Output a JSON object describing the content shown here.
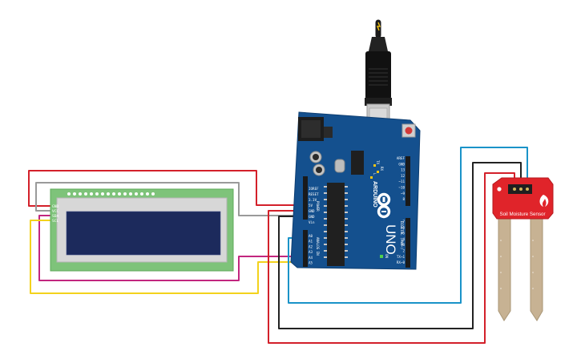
{
  "colors": {
    "wire_red": "#d3202a",
    "wire_gray": "#9a9a9a",
    "wire_magenta": "#c2267f",
    "wire_yellow": "#f3d21c",
    "wire_blue": "#1a93c8",
    "wire_black": "#222222",
    "board_blue": "#14508e",
    "lcd_pcb": "#7ec37a",
    "lcd_screen": "#1c2a5c",
    "sensor_red": "#e0242a",
    "probe_tan": "#c7b293"
  },
  "lcd": {
    "pins": [
      "GND",
      "VCC",
      "SDA",
      "SCL"
    ]
  },
  "arduino": {
    "brand": "ARDUINO",
    "model": "UNO",
    "on_label": "ON",
    "tx_label": "TX",
    "rx_label": "RX",
    "l_label": "L",
    "power_label": "POWER",
    "analog_label": "ANALOG IN",
    "digital_label": "DIGITAL (PWM~)",
    "power_pins": [
      "IOREF",
      "RESET",
      "3.3V",
      "5V",
      "GND",
      "GND",
      "Vin"
    ],
    "analog_pins": [
      "A0",
      "A1",
      "A2",
      "A3",
      "A4",
      "A5"
    ],
    "digital_top": [
      "AREF",
      "GND",
      "13",
      "12",
      "~11",
      "~10",
      "~9",
      "8"
    ],
    "digital_bottom": [
      "7",
      "~6",
      "~5",
      "4",
      "~3",
      "2",
      "TX→1",
      "RX←0"
    ]
  },
  "sensor": {
    "label": "Soil Moisture Sensor"
  }
}
